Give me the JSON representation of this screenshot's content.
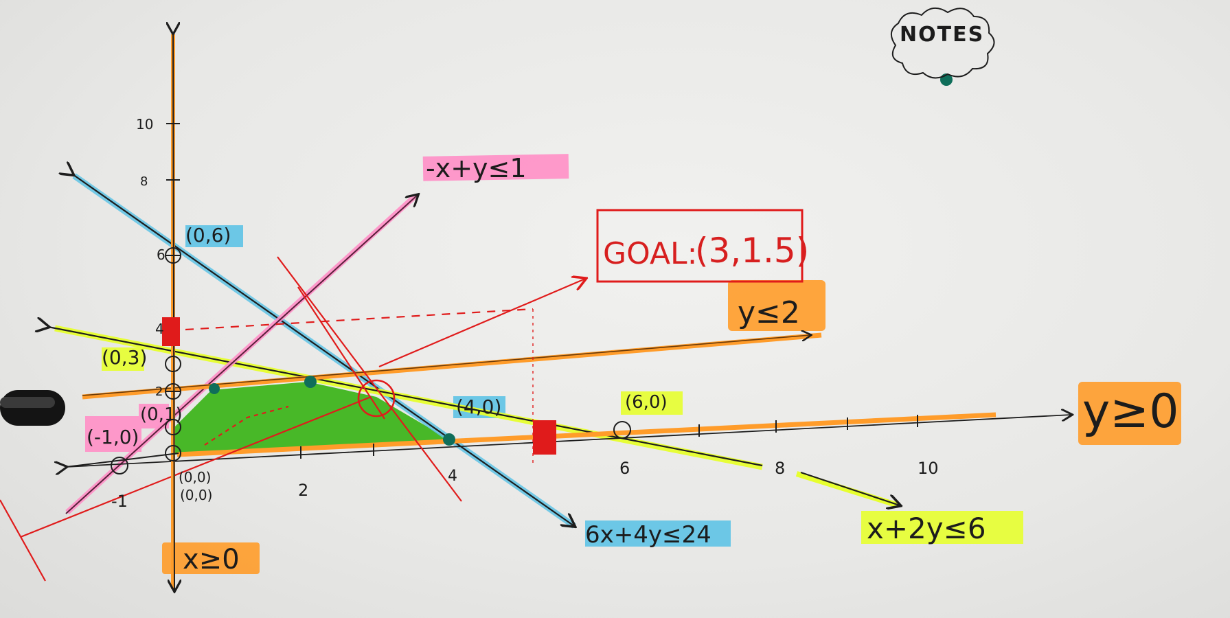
{
  "notes_label": "NOTES",
  "goal": {
    "prefix": "GOAL:",
    "value": "(3,1.5)"
  },
  "constraints": {
    "neg_x_plus_y": "-x+y≤1",
    "y_le_2": "y≤2",
    "y_ge_0": "y≥0",
    "x_ge_0": "x≥0",
    "six_x_four_y": "6x+4y≤24",
    "x_plus_2y": "x+2y≤6"
  },
  "points": {
    "p06": "(0,6)",
    "p03": "(0,3)",
    "p01": "(0,1)",
    "pm10": "(-1,0)",
    "p40": "(4,0)",
    "p60": "(6,0)",
    "p00a": "(0,0)",
    "p00b": "(0,0)"
  },
  "ticks": {
    "x": [
      "-1",
      "2",
      "4",
      "6",
      "8",
      "10"
    ],
    "y": [
      "10",
      "8",
      "6",
      "4",
      "2"
    ]
  },
  "colors": {
    "orange": "#ff9c2a",
    "yellow": "#e7ff2e",
    "blue": "#5ec3e6",
    "pink": "#ff8fc7",
    "green": "#3fb51d",
    "red": "#e01b1b",
    "ink": "#1d1d1d",
    "teal_dot": "#0f6e5a"
  }
}
